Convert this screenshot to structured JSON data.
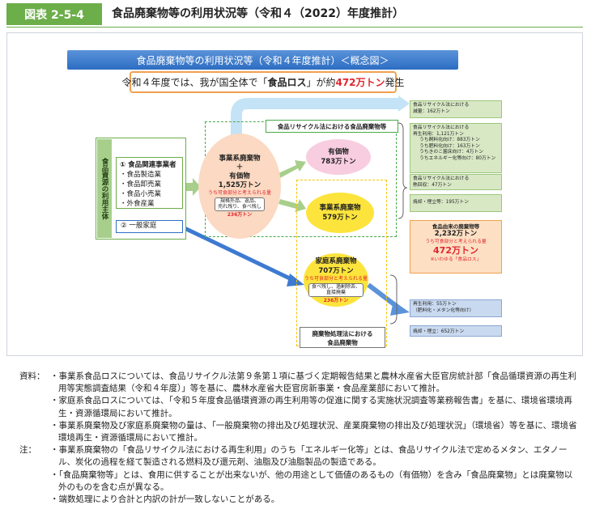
{
  "header": {
    "tag": "図表 2-5-4",
    "title": "食品廃棄物等の利用状況等（令和４（2022）年度推計）"
  },
  "diagram": {
    "banner": "食品廃棄物等の利用状況等（令和４年度推計）＜概念図＞",
    "loss_prefix": "令和４年度では、我が国全体で「",
    "loss_bold": "食品ロス",
    "loss_mid": "」が約",
    "loss_value": "472万トン",
    "loss_suffix": "発生",
    "subject_label": "食品資源の利用主体",
    "food_business": {
      "title": "① 食品関連事業者",
      "items": [
        "・食品製造業",
        "・食品卸売業",
        "・食品小売業",
        "・外食産業"
      ]
    },
    "household": "② 一般家庭",
    "business_waste": {
      "l1": "事業系廃棄物",
      "l2": "＋",
      "l3": "有価物",
      "l4": "1,525万トン",
      "loss_note": "うち可食部分と考えられる量",
      "memo1": "規格外品、返品、",
      "memo2": "売れ残り、食べ残し",
      "value": "236万トン"
    },
    "valuables": {
      "label": "有価物",
      "value": "783万トン"
    },
    "biz_waste": {
      "label": "事業系廃棄物",
      "value": "579万トン"
    },
    "home_waste": {
      "label": "家庭系廃棄物",
      "value": "707万トン",
      "loss_note": "うち可食部分と考えられる量",
      "memo1": "食べ残し、過剰除去、",
      "memo2": "直接廃棄",
      "loss_value": "236万トン"
    },
    "recycle_law_label": "食品リサイクル法における食品廃棄物等",
    "waste_law_label_1": "廃棄物処理法における",
    "waste_law_label_2": "食品廃棄物",
    "right": {
      "gb1_l1": "食品リサイクル法における",
      "gb1_l2": "減量：162万トン",
      "gb2_l1": "食品リサイクル法における",
      "gb2_l2": "再生利用：1,121万トン",
      "gb2_l3": "うち飼料化向け：883万トン",
      "gb2_l4": "うち肥料化向け：163万トン",
      "gb2_l5": "うちきのこ菌床向け：4万トン",
      "gb2_l6": "うちエネルギー化等向け：80万トン",
      "gb3_l1": "食品リサイクル法における",
      "gb3_l2": "熱回収：47万トン",
      "gb4": "焼却・埋立等：195万トン",
      "orange_title": "食品由来の廃棄物等",
      "orange_value": "2,232万トン",
      "orange_loss": "うち可食部分と考えられる量",
      "orange_big": "472万トン",
      "orange_note": "※いわゆる「食品ロス」",
      "bb1_l1": "再生利用：55万トン",
      "bb1_l2": "（肥料化・メタン化等向け）",
      "bb2": "焼却・埋立：652万トン"
    }
  },
  "notes": {
    "source_head": "資料：",
    "source": [
      "・事業系食品ロスについては、食品リサイクル法第９条第１項に基づく定期報告結果と農林水産省大臣官房統計部「食品循環資源の再生利用等実態調査結果（令和４年度）」等を基に、農林水産省大臣官房新事業・食品産業部において推計。",
      "・家庭系食品ロスについては、「令和５年度食品循環資源の再生利用等の促進に関する実施状況調査等業務報告書」を基に、環境省環境再生・資源循環局において推計。",
      "・事業系廃棄物及び家庭系廃棄物の量は、「一般廃棄物の排出及び処理状況、産業廃棄物の排出及び処理状況」（環境省）等を基に、環境省環境再生・資源循環局において推計。"
    ],
    "note_head": "注：",
    "note": [
      "・事業系廃棄物の「食品リサイクル法における再生利用」のうち「エネルギー化等」とは、食品リサイクル法で定めるメタン、エタノール、炭化の過程を経て製造される燃料及び還元剤、油脂及び油脂製品の製造である。",
      "・「食品廃棄物等」とは、食用に供することが出来ないが、他の用途として価値のあるもの（有価物）を含み「食品廃棄物」とは廃棄物以外のものを含む点が異なる。",
      "・端数処理により合計と内訳の計が一致しないことがある。"
    ]
  },
  "colors": {
    "accent_green": "#6cae49",
    "banner_blue": "#2c6dc2",
    "loss_red": "#e0262d",
    "loss_orange": "#f0a050"
  }
}
